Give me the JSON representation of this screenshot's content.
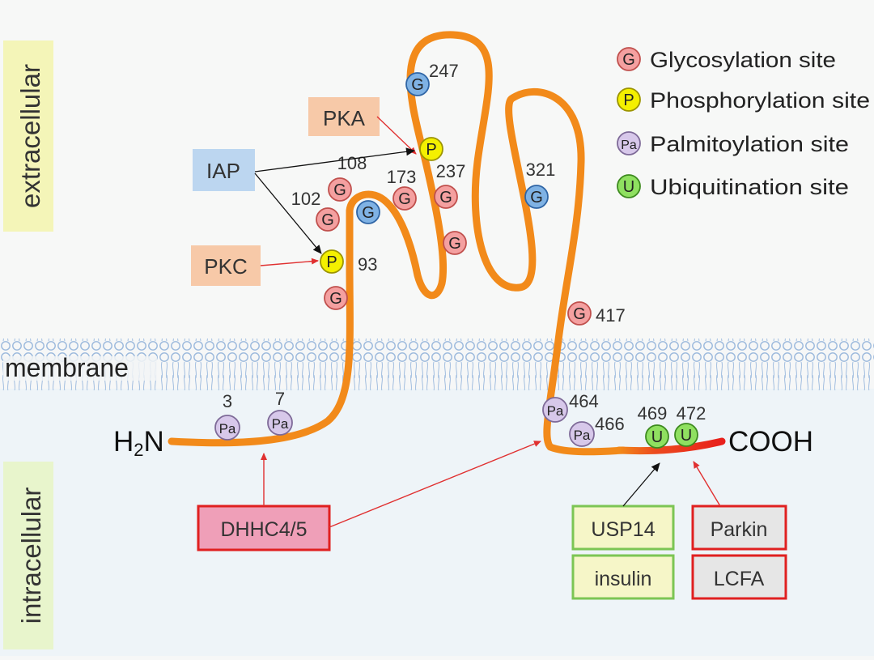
{
  "regions": {
    "extracellular": "extracellular",
    "membrane": "membrane",
    "intracellular": "intracellular"
  },
  "termini": {
    "n_term": "H",
    "n_term_sub": "2",
    "n_term_end": "N",
    "c_term": "COOH"
  },
  "legend": [
    {
      "symbol": "G",
      "label": "Glycosylation site",
      "fill": "#f4a0a0",
      "stroke": "#c0504d"
    },
    {
      "symbol": "P",
      "label": "Phosphorylation site",
      "fill": "#f4f000",
      "stroke": "#9c9400"
    },
    {
      "symbol": "Pa",
      "label": "Palmitoylation site",
      "fill": "#d7c8ea",
      "stroke": "#7e6a98"
    },
    {
      "symbol": "U",
      "label": "Ubiquitination site",
      "fill": "#8fe060",
      "stroke": "#3d8a1f"
    }
  ],
  "site_colors": {
    "glyco_blue_fill": "#7fb2e4",
    "glyco_blue_stroke": "#2f65a5"
  },
  "sites": [
    {
      "symbol": "G",
      "kind": "glyco_blue",
      "number": "247"
    },
    {
      "symbol": "P",
      "kind": "phospho",
      "number": ""
    },
    {
      "symbol": "G",
      "kind": "glyco",
      "number": "108"
    },
    {
      "symbol": "G",
      "kind": "glyco",
      "number": "102"
    },
    {
      "symbol": "G",
      "kind": "glyco_blue",
      "number": ""
    },
    {
      "symbol": "G",
      "kind": "glyco",
      "number": "173"
    },
    {
      "symbol": "G",
      "kind": "glyco",
      "number": "237"
    },
    {
      "symbol": "G",
      "kind": "glyco_blue",
      "number": "321"
    },
    {
      "symbol": "G",
      "kind": "glyco",
      "number": ""
    },
    {
      "symbol": "P",
      "kind": "phospho",
      "number": "93"
    },
    {
      "symbol": "G",
      "kind": "glyco",
      "number": ""
    },
    {
      "symbol": "G",
      "kind": "glyco",
      "number": "417"
    },
    {
      "symbol": "Pa",
      "kind": "palm",
      "number": "3"
    },
    {
      "symbol": "Pa",
      "kind": "palm",
      "number": "7"
    },
    {
      "symbol": "Pa",
      "kind": "palm",
      "number": "464"
    },
    {
      "symbol": "Pa",
      "kind": "palm",
      "number": "466"
    },
    {
      "symbol": "U",
      "kind": "ubiq",
      "number": "469"
    },
    {
      "symbol": "U",
      "kind": "ubiq",
      "number": "472"
    }
  ],
  "regulators": {
    "pka": "PKA",
    "iap": "IAP",
    "pkc": "PKC",
    "dhhc": "DHHC4/5",
    "usp14": "USP14",
    "insulin": "insulin",
    "parkin": "Parkin",
    "lcfa": "LCFA"
  },
  "colors": {
    "chain": "#f28a1a",
    "chain_red": "#e8281e",
    "arrow_red": "#e03030",
    "arrow_black": "#111111",
    "box_orange": "#f7c9a8",
    "box_blue": "#bcd6f0",
    "box_pink": "#ef9fb8",
    "box_red_border": "#e02020",
    "box_green_border": "#7cc554",
    "box_yellow": "#f6f6c8",
    "box_gray": "#e6e6e6",
    "region_yellow": "#f4f5b8",
    "region_green": "#e8f5cc",
    "membrane_blue": "#aac6e6"
  }
}
